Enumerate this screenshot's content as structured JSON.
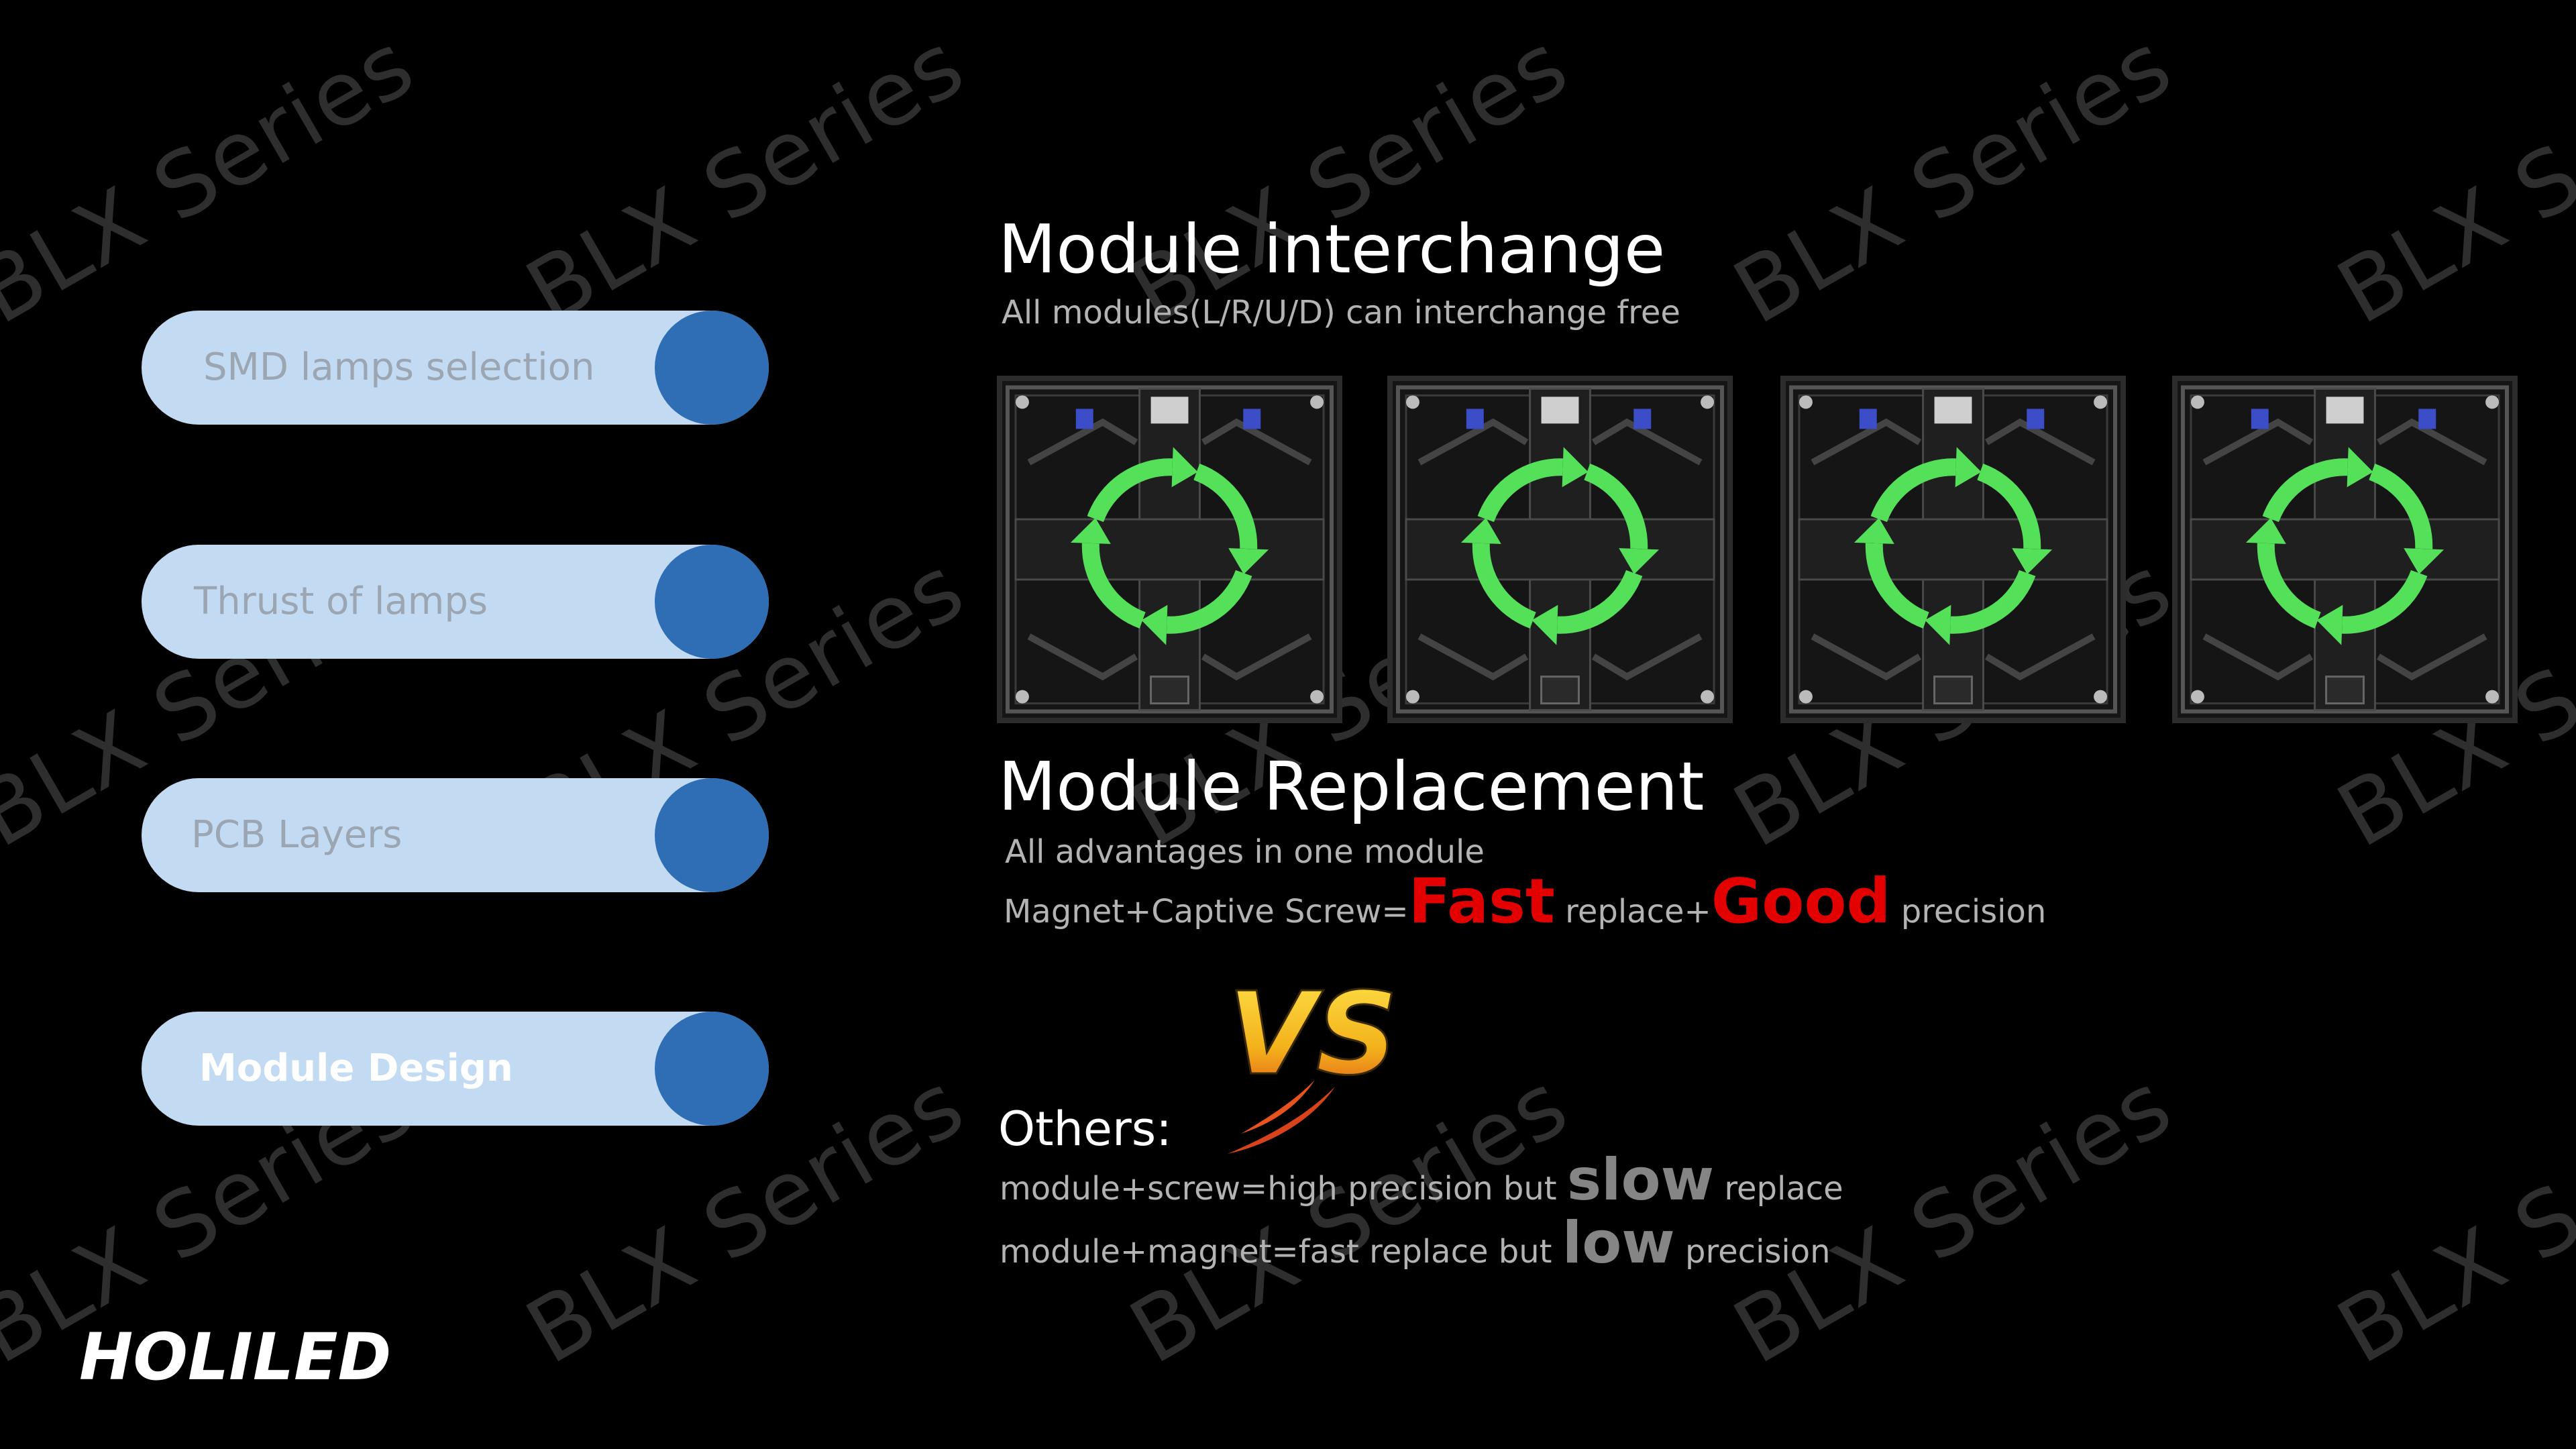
{
  "watermark_text": "BLX Series",
  "menu": {
    "items": [
      {
        "label": "SMD lamps selection",
        "active": false
      },
      {
        "label": "Thrust of lamps",
        "active": false
      },
      {
        "label": "PCB Layers",
        "active": false
      },
      {
        "label": "Module Design",
        "active": true
      }
    ]
  },
  "logo": {
    "text": "HOLILED"
  },
  "interchange": {
    "title": "Module interchange",
    "subtitle": "All modules(L/R/U/D) can interchange free",
    "module_count": 4,
    "arrow_color": "#55e05a"
  },
  "replacement": {
    "title": "Module Replacement",
    "line1": "All advantages in one module",
    "line2_prefix": "Magnet+Captive Screw=",
    "fast_word": "Fast",
    "line2_middle": " replace+",
    "good_word": "Good",
    "line2_suffix": " precision"
  },
  "vs_text": "VS",
  "others": {
    "title": "Others:",
    "line1_prefix": "module+screw=high precision but ",
    "slow_word": "slow",
    "line1_suffix": " replace",
    "line2_prefix": "module+magnet=fast replace but ",
    "low_word": "low",
    "line2_suffix": " precision"
  },
  "colors": {
    "pill": "#c3daf3",
    "dot": "#2f6db4",
    "accent_red": "#e30000",
    "arrow_green": "#55e05a"
  }
}
